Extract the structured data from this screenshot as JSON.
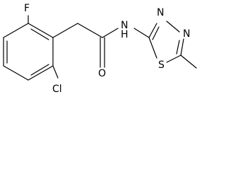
{
  "molecule": {
    "atoms": {
      "fluorine": "F",
      "chlorine": "Cl",
      "carbonyl_oxygen": "O",
      "amide_nitrogen": "N",
      "amide_hydrogen": "H",
      "ring_nitrogen_1": "N",
      "ring_nitrogen_2": "N",
      "ring_sulfur": "S"
    }
  }
}
